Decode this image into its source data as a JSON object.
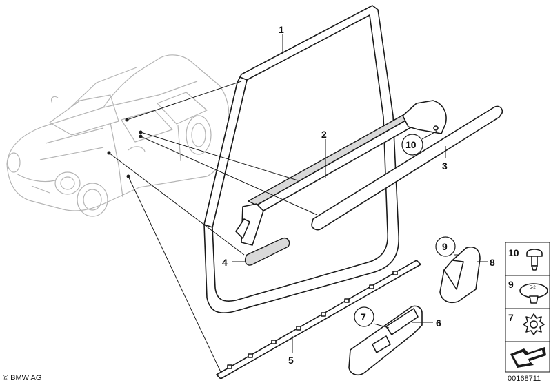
{
  "diagram": {
    "callouts": [
      {
        "id": "1",
        "label": "1"
      },
      {
        "id": "2",
        "label": "2"
      },
      {
        "id": "3",
        "label": "3"
      },
      {
        "id": "4",
        "label": "4"
      },
      {
        "id": "5",
        "label": "5"
      },
      {
        "id": "6",
        "label": "6"
      },
      {
        "id": "7",
        "label": "7"
      },
      {
        "id": "8",
        "label": "8"
      },
      {
        "id": "9",
        "label": "9"
      },
      {
        "id": "10",
        "label": "10"
      }
    ],
    "legend": [
      {
        "label": "10",
        "icon": "rivet-icon"
      },
      {
        "label": "9",
        "icon": "clip-nut-icon"
      },
      {
        "label": "7",
        "icon": "star-washer-icon"
      },
      {
        "label": "",
        "icon": "arrow-icon"
      }
    ],
    "copyright": "© BMW AG",
    "diagram_number": "00168711"
  }
}
